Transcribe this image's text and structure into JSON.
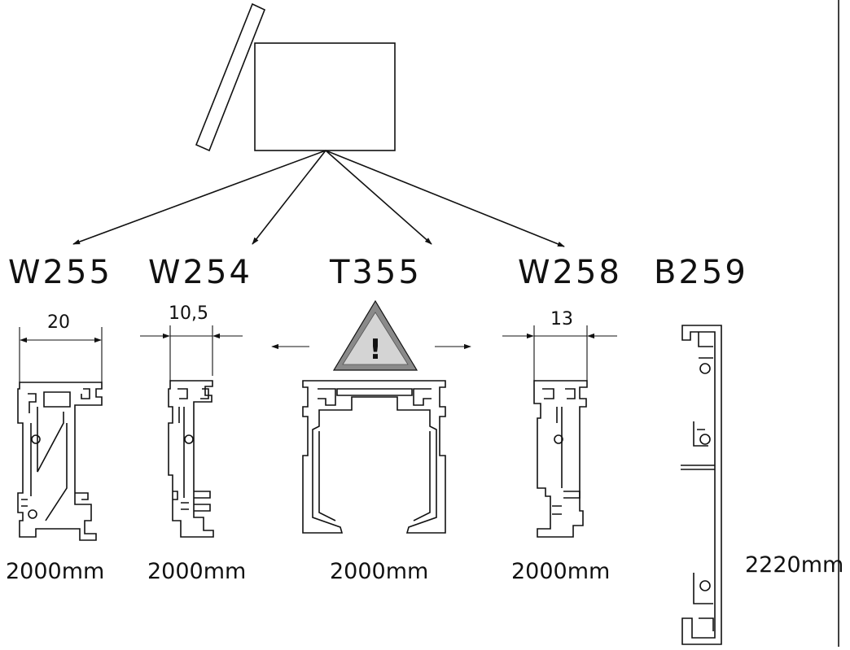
{
  "profiles": [
    {
      "code": "W255",
      "width": "20",
      "length": "2000mm"
    },
    {
      "code": "W254",
      "width": "10,5",
      "length": "2000mm"
    },
    {
      "code": "T355",
      "width": "",
      "length": "2000mm"
    },
    {
      "code": "W258",
      "width": "13",
      "length": "2000mm"
    },
    {
      "code": "B259",
      "width": "",
      "length": "2220mm"
    }
  ],
  "warning": {
    "symbol": "!"
  }
}
